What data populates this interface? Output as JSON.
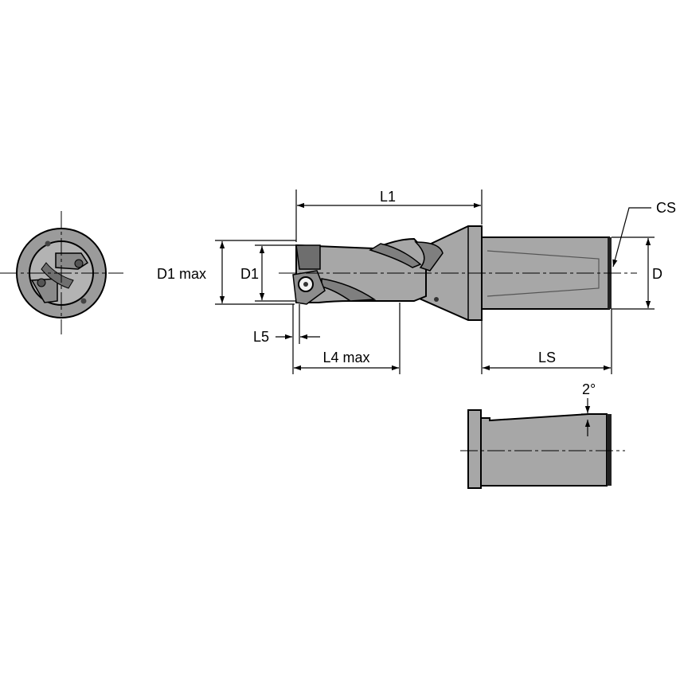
{
  "labels": {
    "l1": "L1",
    "cs": "CS",
    "d1_max": "D1 max",
    "d1": "D1",
    "d": "D",
    "l5": "L5",
    "l4_max": "L4 max",
    "ls": "LS",
    "angle": "2°"
  }
}
